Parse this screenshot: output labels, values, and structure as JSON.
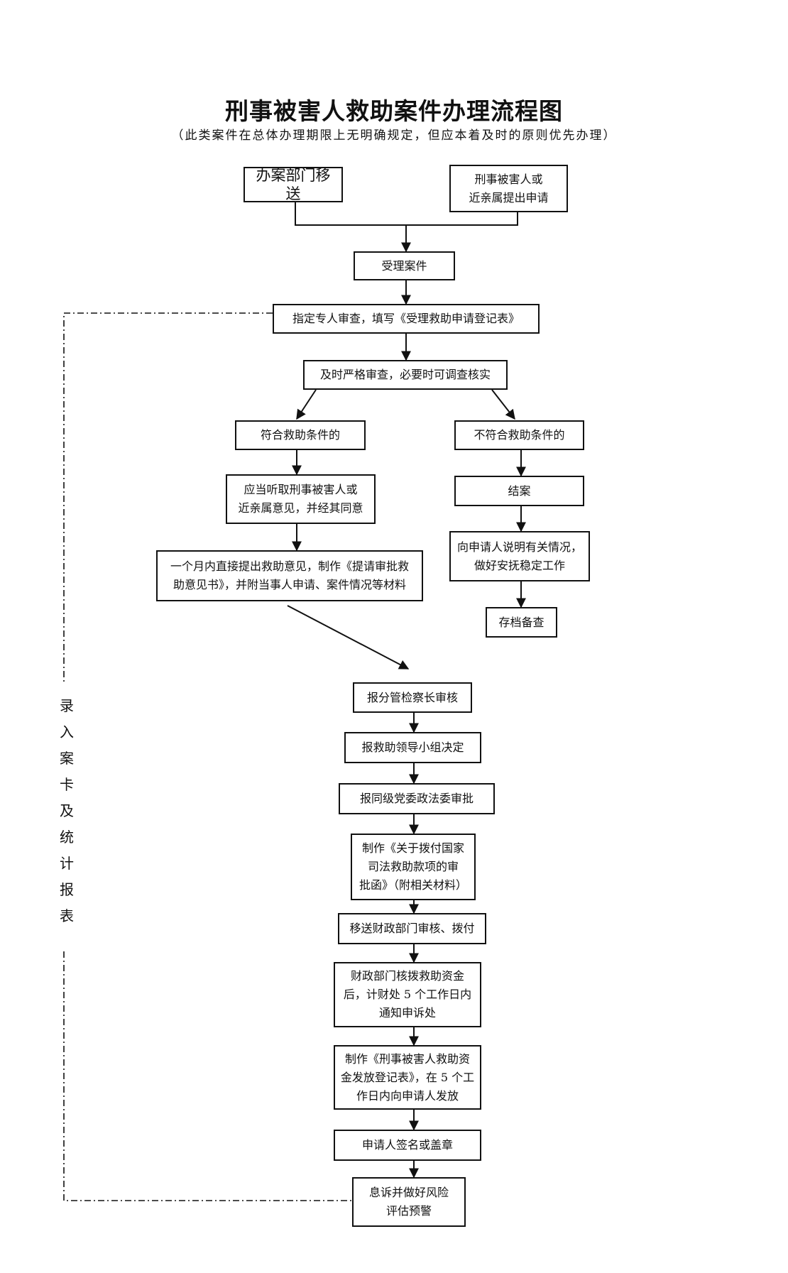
{
  "title": "刑事被害人救助案件办理流程图",
  "subtitle": "（此类案件在总体办理期限上无明确规定，但应本着及时的原则优先办理）",
  "side_label": "录\n入\n案\n卡\n及\n统\n计\n报\n表",
  "nodes": {
    "transfer": "办案部门移送",
    "apply": "刑事被害人或\n近亲属提出申请",
    "accept": "受理案件",
    "assign": "指定专人审查，填写《受理救助申请登记表》",
    "review": "及时严格审查，必要时可调查核实",
    "eligible": "符合救助条件的",
    "ineligible": "不符合救助条件的",
    "hear": "应当听取刑事被害人或\n近亲属意见，并经其同意",
    "propose": "一个月内直接提出救助意见，制作《提请审批救\n助意见书》，并附当事人申请、案件情况等材料",
    "close": "结案",
    "explain": "向申请人说明有关情况，\n做好安抚稳定工作",
    "archive": "存档备查",
    "chief": "报分管检察长审核",
    "group": "报救助领导小组决定",
    "committee": "报同级党委政法委审批",
    "letter": "制作《关于拨付国家\n司法救助款项的审\n批函》（附相关材料）",
    "finance": "移送财政部门审核、拨付",
    "notify": "财政部门核拨救助资金\n后，计财处 5 个工作日内\n通知申诉处",
    "register": "制作《刑事被害人救助资\n金发放登记表》，在 5 个工\n作日内向申请人发放",
    "sign": "申请人签名或盖章",
    "risk": "息诉并做好风险\n评估预警"
  }
}
